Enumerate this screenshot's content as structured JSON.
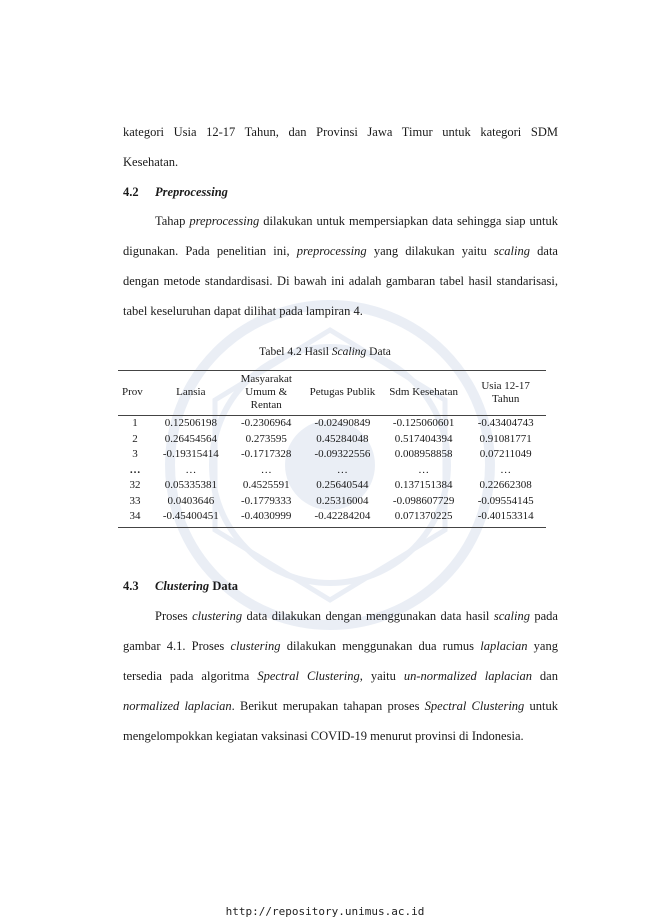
{
  "para_top": {
    "line1": [
      "kategori Usia 12-17 Tahun, dan Provinsi Jawa Timur untuk kategori SDM"
    ],
    "line2": "Kesehatan."
  },
  "section_42": {
    "number": "4.2",
    "title": "Preprocessing"
  },
  "para_42": {
    "t1": "Tahap ",
    "i1": "preprocessing",
    "t2": " dilakukan untuk mempersiapkan data sehingga siap untuk digunakan. Pada penelitian ini, ",
    "i2": "preprocessing",
    "t3": " yang dilakukan yaitu ",
    "i3": "scaling",
    "t4": " data dengan metode standardisasi. Di bawah ini adalah gambaran tabel hasil standarisasi, tabel keseluruhan dapat dilihat pada lampiran 4."
  },
  "table_caption": {
    "prefix": "Tabel 4.2 Hasil ",
    "italic": "Scaling",
    "suffix": " Data"
  },
  "table": {
    "headers": [
      "Prov",
      "Lansia",
      "Masyarakat Umum & Rentan",
      "Petugas Publik",
      "Sdm Kesehatan",
      "Usia 12-17 Tahun"
    ],
    "rows": [
      [
        "1",
        "0.12506198",
        "-0.2306964",
        "-0.02490849",
        "-0.125060601",
        "-0.43404743"
      ],
      [
        "2",
        "0.26454564",
        "0.273595",
        "0.45284048",
        "0.517404394",
        "0.91081771"
      ],
      [
        "3",
        "-0.19315414",
        "-0.1717328",
        "-0.09322556",
        "0.008958858",
        "0.07211049"
      ],
      [
        "…",
        "…",
        "…",
        "…",
        "…",
        "…"
      ],
      [
        "32",
        "0.05335381",
        "0.4525591",
        "0.25640544",
        "0.137151384",
        "0.22662308"
      ],
      [
        "33",
        "0.0403646",
        "-0.1779333",
        "0.25316004",
        "-0.098607729",
        "-0.09554145"
      ],
      [
        "34",
        "-0.45400451",
        "-0.4030999",
        "-0.42284204",
        "0.071370225",
        "-0.40153314"
      ]
    ]
  },
  "section_43": {
    "number": "4.3",
    "title_italic": "Clustering",
    "title_rest": " Data"
  },
  "para_43": {
    "t1": "Proses ",
    "i1": "clustering",
    "t2": " data dilakukan dengan menggunakan data hasil ",
    "i2": "scaling",
    "t3": " pada gambar 4.1. Proses ",
    "i3": "clustering",
    "t4": " dilakukan menggunakan dua rumus ",
    "i4": "laplacian",
    "t5": " yang tersedia pada algoritma ",
    "i5": "Spectral Clustering",
    "t6": ", yaitu ",
    "i6": "un-normalized laplacian",
    "t7": " dan ",
    "i7": "normalized laplacian",
    "t8": ". Berikut merupakan tahapan proses ",
    "i8": "Spectral Clustering",
    "t9": " untuk mengelompokkan kegiatan vaksinasi COVID-19 menurut provinsi di Indonesia."
  },
  "footer": {
    "url": "http://repository.unimus.ac.id"
  },
  "colors": {
    "watermark": "#1f4e9c",
    "text": "#1a1a1a"
  }
}
